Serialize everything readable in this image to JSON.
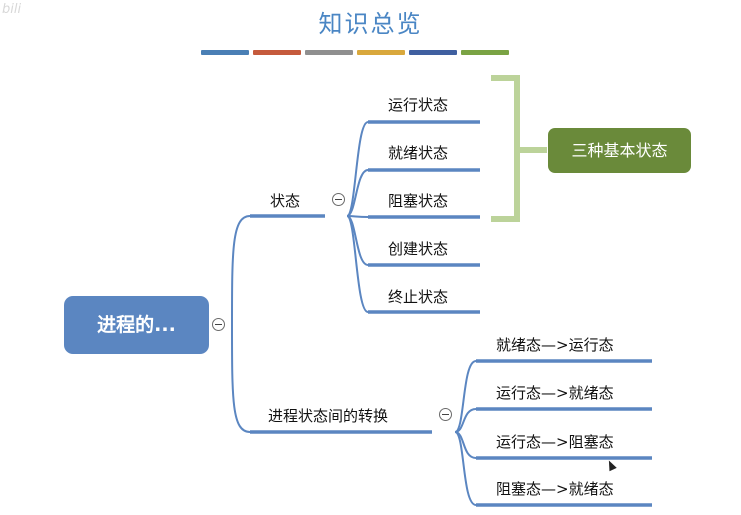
{
  "title": "知识总览",
  "color_strip": [
    "#4a7fb5",
    "#c55a3c",
    "#8f8f8f",
    "#d9a83c",
    "#3f5fa0",
    "#7aa344"
  ],
  "root": {
    "label": "进程的..."
  },
  "branches": {
    "states": {
      "label": "状态",
      "children": [
        "运行状态",
        "就绪状态",
        "阻塞状态",
        "创建状态",
        "终止状态"
      ]
    },
    "transitions": {
      "label": "进程状态间的转换",
      "children": [
        "就绪态—>运行态",
        "运行态—>就绪态",
        "运行态—>阻塞态",
        "阻塞态—>就绪态"
      ]
    }
  },
  "summary": {
    "label": "三种基本状态",
    "color": "#6a8a3a",
    "bracket_color": "#bcd39a"
  },
  "line_color": "#5b86c1",
  "watermark": "bili"
}
